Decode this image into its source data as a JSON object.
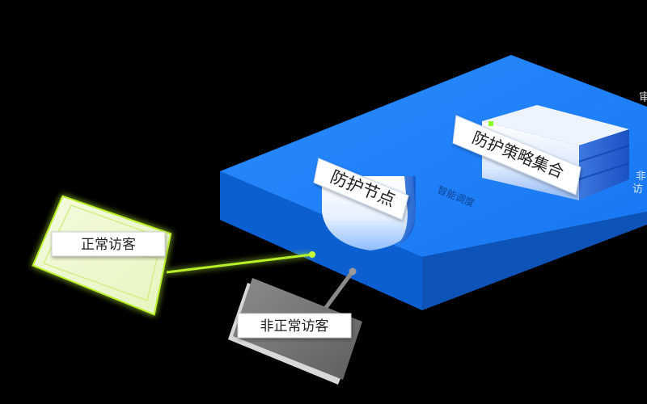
{
  "nodes": {
    "protection_node": "防护节点",
    "policy_set": "防护策略集合",
    "normal_visitor": "正常访客",
    "abnormal_visitor": "非正常访客",
    "platform_caption": "智能调度",
    "right_edge_top": "审",
    "right_edge_mid": "非",
    "right_edge_bottom": "访"
  },
  "colors": {
    "platform": "#1a7ff7",
    "platform_side": "#0b5fd0",
    "normal_link": "#b8f02a",
    "abnormal_link": "#8a8a8a",
    "label_bg": "#ffffff",
    "label_text": "#222222"
  }
}
